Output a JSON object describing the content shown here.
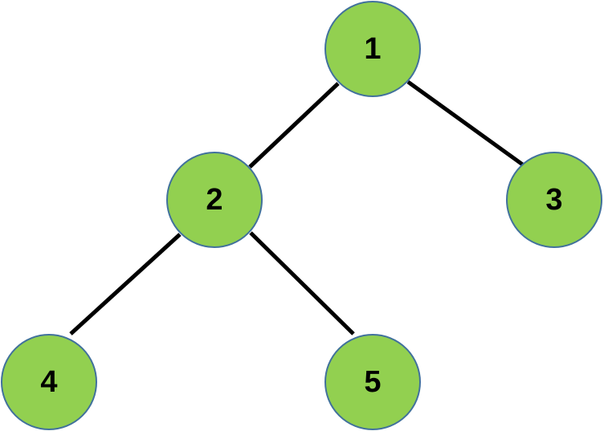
{
  "colors": {
    "node_fill": "#92d050",
    "node_stroke": "#41719c",
    "edge": "#000000",
    "label": "#000000"
  },
  "tree": {
    "nodes": [
      {
        "id": "n1",
        "label": "1"
      },
      {
        "id": "n2",
        "label": "2"
      },
      {
        "id": "n3",
        "label": "3"
      },
      {
        "id": "n4",
        "label": "4"
      },
      {
        "id": "n5",
        "label": "5"
      }
    ],
    "edges": [
      {
        "from": "n1",
        "to": "n2"
      },
      {
        "from": "n1",
        "to": "n3"
      },
      {
        "from": "n2",
        "to": "n4"
      },
      {
        "from": "n2",
        "to": "n5"
      }
    ]
  }
}
